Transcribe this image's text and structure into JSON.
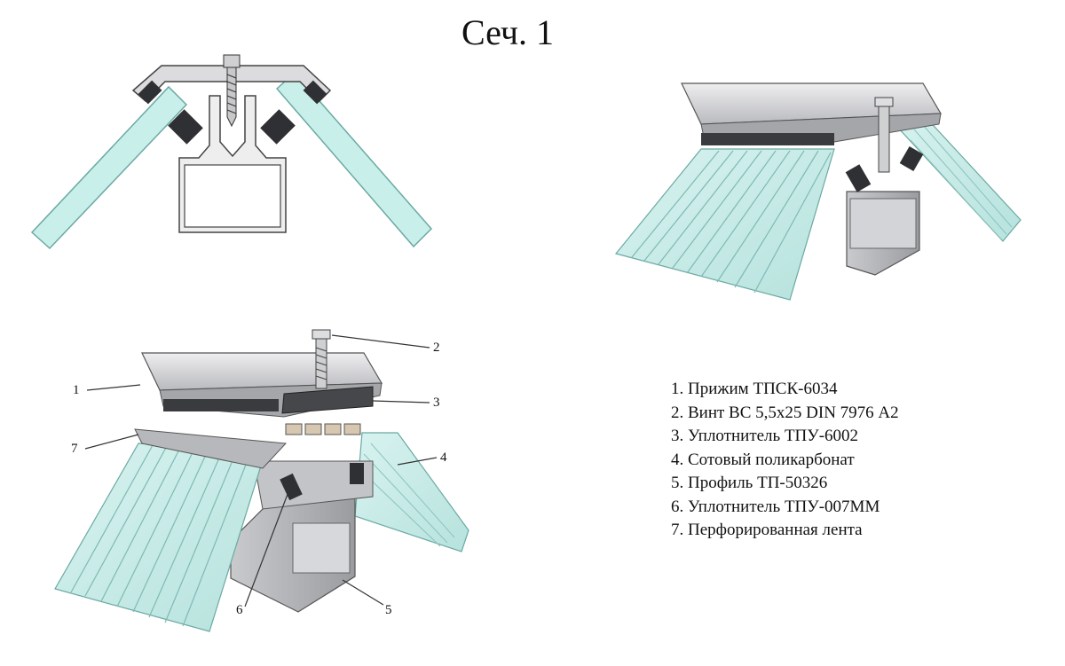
{
  "title": "Сеч. 1",
  "legend": [
    "1. Прижим ТПСК-6034",
    "2. Винт ВС 5,5х25 DIN 7976 А2",
    "3. Уплотнитель ТПУ-6002",
    "4. Сотовый поликарбонат",
    "5. Профиль ТП-50326",
    "6. Уплотнитель ТПУ-007ММ",
    "7. Перфорированная лента"
  ],
  "callouts": [
    "1",
    "2",
    "3",
    "4",
    "5",
    "6",
    "7"
  ],
  "colors": {
    "polycarbonate": "#c6ece8",
    "polycarbonate_edge": "#7fb9b4",
    "aluminium_light": "#e4e4e6",
    "aluminium_mid": "#b8b9bd",
    "aluminium_dark": "#8e9095",
    "seal": "#3a3b3e",
    "line": "#4a4a4a"
  }
}
